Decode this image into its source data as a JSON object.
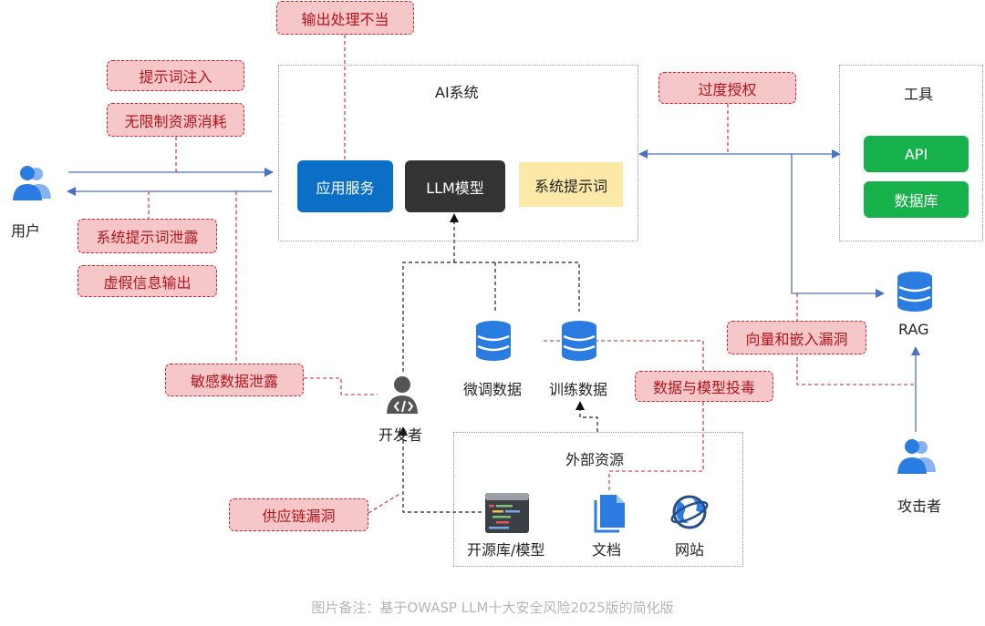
{
  "ai_system": {
    "title": "AI系统",
    "app_service": "应用服务",
    "llm_model": "LLM模型",
    "system_prompt": "系统提示词"
  },
  "tools": {
    "title": "工具",
    "api": "API",
    "database": "数据库"
  },
  "external": {
    "title": "外部资源",
    "open_source": "开源库/模型",
    "docs": "文档",
    "website": "网站"
  },
  "actors": {
    "user": "用户",
    "developer": "开发者",
    "attacker": "攻击者"
  },
  "data_stores": {
    "finetune": "微调数据",
    "training": "训练数据",
    "rag": "RAG"
  },
  "risks": {
    "output_handling": "输出处理不当",
    "prompt_injection": "提示词注入",
    "unbounded_consumption": "无限制资源消耗",
    "excessive_agency": "过度授权",
    "system_prompt_leakage": "系统提示词泄露",
    "misinformation": "虚假信息输出",
    "sensitive_disclosure": "敏感数据泄露",
    "vector_embedding": "向量和嵌入漏洞",
    "data_model_poisoning": "数据与模型投毒",
    "supply_chain": "供应链漏洞"
  },
  "caption": "图片备注：基于OWASP LLM十大安全风险2025版的简化版",
  "colors": {
    "risk_fill": "#f6c7c9",
    "risk_border": "#c8262d",
    "flow_blue": "#4a72c4",
    "service_blue": "#0b6fc5",
    "tool_green": "#17b14c",
    "note_yellow": "#fce9a7"
  }
}
